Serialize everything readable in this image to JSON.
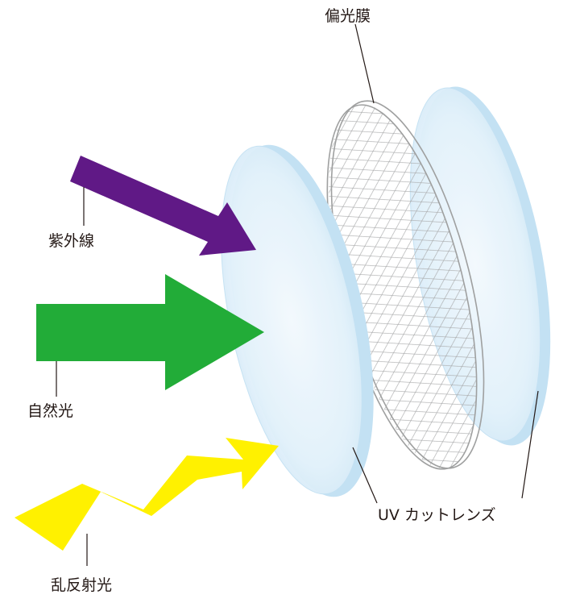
{
  "labels": {
    "polarizing_film": "偏光膜",
    "ultraviolet": "紫外線",
    "natural_light": "自然光",
    "scattered_reflection": "乱反射光",
    "uv_cut_lens": "UV カットレンズ"
  },
  "colors": {
    "ultraviolet_arrow": "#601986",
    "natural_light_arrow": "#22ac38",
    "scattered_arrow": "#fff100",
    "lens_fill": "#e3f2fb",
    "lens_edge": "#c3e1f3",
    "film_outline": "#9fa0a0",
    "leader_line": "#231815"
  }
}
